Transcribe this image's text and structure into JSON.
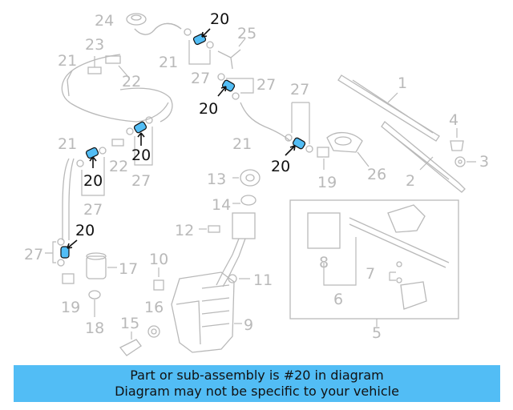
{
  "highlight_color": "#52bdf5",
  "labels": {
    "l1": "1",
    "l2": "2",
    "l3": "3",
    "l4": "4",
    "l5": "5",
    "l6": "6",
    "l7": "7",
    "l8": "8",
    "l9": "9",
    "l10": "10",
    "l11": "11",
    "l12": "12",
    "l13": "13",
    "l14": "14",
    "l15": "15",
    "l16": "16",
    "l17": "17",
    "l18": "18",
    "l19a": "19",
    "l19b": "19",
    "l21a": "21",
    "l21b": "21",
    "l21c": "21",
    "l21d": "21",
    "l22a": "22",
    "l22b": "22",
    "l23": "23",
    "l24": "24",
    "l25": "25",
    "l26": "26",
    "l27a": "27",
    "l27b": "27",
    "l27c": "27",
    "l27d": "27",
    "l27e": "27",
    "l27f": "27",
    "l20a": "20",
    "l20b": "20",
    "l20c": "20",
    "l20d": "20",
    "l20e": "20"
  },
  "banner": {
    "line1": "Part or sub-assembly is #20 in diagram",
    "line2": "Diagram may not be specific to your vehicle"
  }
}
